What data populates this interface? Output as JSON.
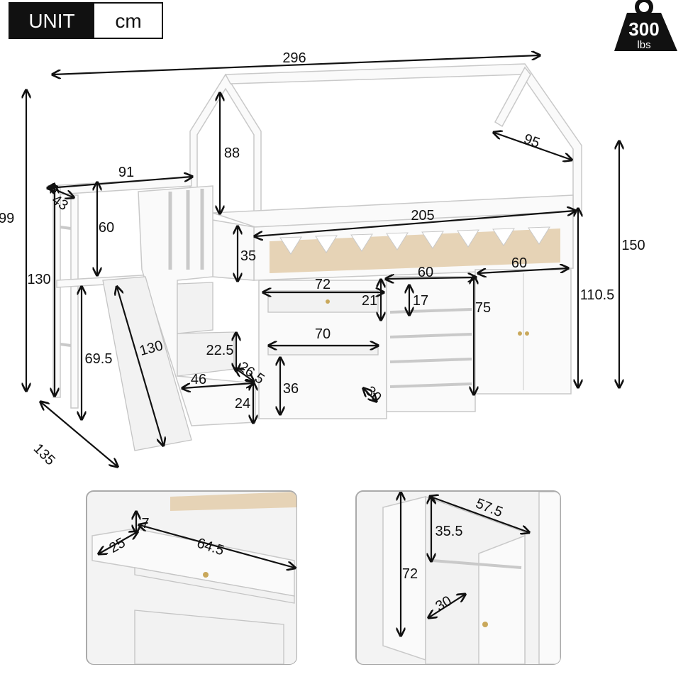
{
  "unit": {
    "label": "UNIT",
    "value": "cm"
  },
  "weight_badge": {
    "value": "300",
    "unit": "lbs"
  },
  "main_view": {
    "overall_length": "296",
    "overall_height_cropped": "99",
    "platform_width": "91",
    "platform_depth": "43",
    "guard_height": "60",
    "platform_height": "130",
    "under_platform_height": "69.5",
    "slide_length": "130",
    "overall_depth": "135",
    "roof_height": "88",
    "roof_width": "95",
    "bed_length": "205",
    "rail_height": "35",
    "total_height": "150",
    "bed_height": "110.5",
    "drawer_section_width": "72",
    "shelf_section_width": "60",
    "wardrobe_width": "60",
    "shelf_spacing": "17",
    "drawer_height": "21",
    "desk_width": "70",
    "cabinet_height": "75",
    "step_height": "22.5",
    "step_depth": "26.5",
    "step_width": "46",
    "bottom_step_height": "24",
    "lower_shelf_height": "36",
    "shelf_depth": "30"
  },
  "drawer_detail": {
    "drawer_height": "7",
    "drawer_depth": "25",
    "drawer_length": "64.5"
  },
  "wardrobe_detail": {
    "width": "57.5",
    "upper_height": "35.5",
    "height": "72",
    "depth": "30"
  }
}
